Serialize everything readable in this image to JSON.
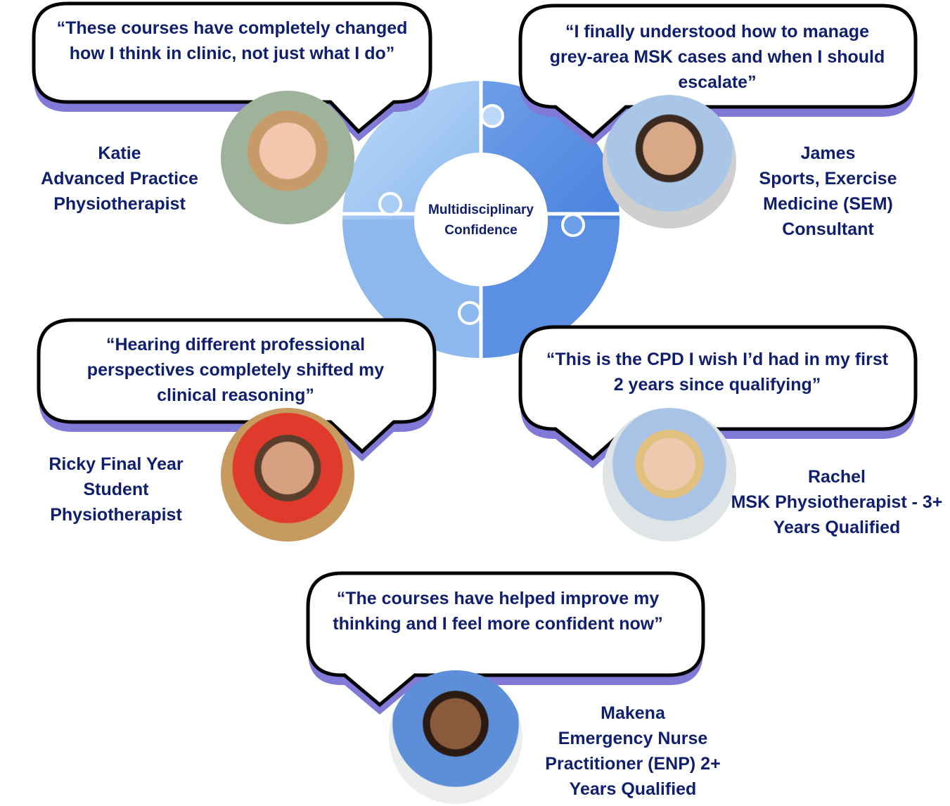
{
  "center": {
    "line1": "Multidisciplinary",
    "line2": "Confidence"
  },
  "colors": {
    "text": "#0f1f6e",
    "shadow": "#8079d6",
    "ring_light": "#a9cdf5",
    "ring_dark": "#5a8fe3"
  },
  "testimonials": [
    {
      "quote": "“These courses have completely changed how I think in clinic, not just what I do”",
      "name": "Katie",
      "role": "Advanced Practice Physiotherapist"
    },
    {
      "quote": "“I finally understood how to manage grey-area MSK cases and when I should escalate”",
      "name": "James",
      "role": "Sports, Exercise Medicine (SEM) Consultant"
    },
    {
      "quote": "“Hearing different professional perspectives completely shifted my clinical reasoning”",
      "name": "Ricky Final Year Student Physiotherapist",
      "role": ""
    },
    {
      "quote": "“This is the CPD I wish I’d had in my first 2 years since qualifying”",
      "name": "Rachel",
      "role": "MSK Physiotherapist - 3+ Years Qualified"
    },
    {
      "quote": "“The courses have helped improve my thinking and I feel more confident now”",
      "name": "Makena",
      "role": "Emergency Nurse Practitioner (ENP) 2+ Years Qualified"
    }
  ]
}
